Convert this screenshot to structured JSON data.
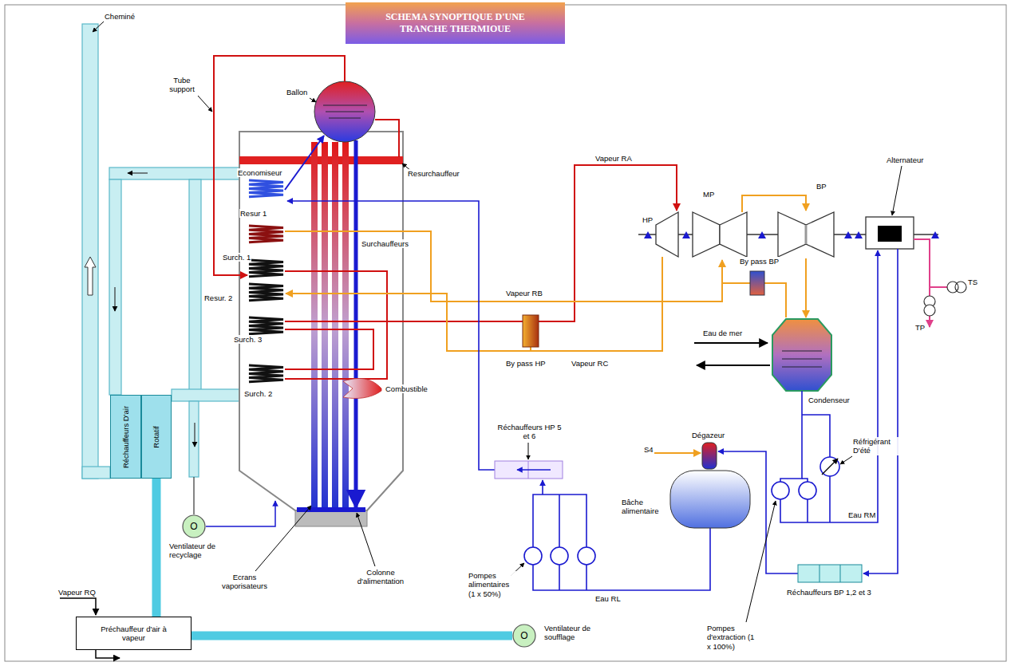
{
  "diagram": {
    "title": "SCHEMA SYNOPTIQUE D'UNE TRANCHE THERMIOUE",
    "nodes": [
      {
        "text": [
          "Réchauffeurs D'air"
        ]
      },
      {
        "text": [
          "Rotatif"
        ]
      },
      {
        "text": [
          "O",
          "Ventilateur de recyclage"
        ]
      },
      {
        "text": [
          "Préchauffeur d'air à vapeur"
        ]
      },
      {
        "text": [
          "O",
          "Ventilateur de soufflage"
        ]
      }
    ],
    "edges": [
      {
        "from": 4,
        "to": 3,
        "arrow": "none"
      },
      {
        "from": 3,
        "to": 1,
        "arrow": "none"
      }
    ],
    "labels": [
      "Cheminé",
      "Tube support",
      "Ballon",
      "Economiseur",
      "Resurchauffeur",
      "Resur 1",
      "Surch. 1",
      "Surchauffeurs",
      "Resur. 2",
      "Surch. 3",
      "Surch. 2",
      "Combustible",
      "Ecrans vaporisateurs",
      "Colonne d'alimentation",
      "Vapeur RA",
      "Vapeur RB",
      "Vapeur RC",
      "By pass HP",
      "HP",
      "MP",
      "BP",
      "Alternateur",
      "By pass BP",
      "Eau de mer",
      "Condenseur",
      "TS",
      "TP",
      "Réfrigérant D'été",
      "Réchauffeurs HP 5 et 6",
      "Dégazeur",
      "S4",
      "Eau RM",
      "Bâche alimentaire",
      "Pompes alimentaires (1 x 50%)",
      "Eau RL",
      "Pompes d'extraction (1 x 100%)",
      "Réchauffeurs BP 1,2 et 3",
      "Vapeur RQ"
    ]
  }
}
